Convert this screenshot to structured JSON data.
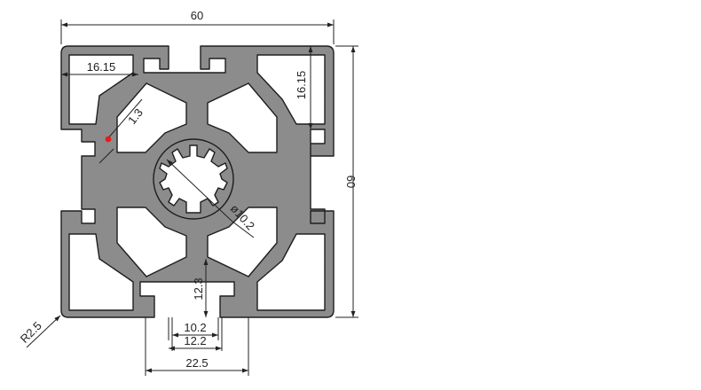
{
  "dimensions": {
    "overall_width": "60",
    "overall_height": "60",
    "slot_offset_horizontal": "16.15",
    "slot_offset_vertical": "16.15",
    "wall_thickness": "1.3",
    "center_bore": "ø10.2",
    "slot_depth": "12.3",
    "slot_opening": "10.2",
    "slot_neck": "12.2",
    "slot_inner_width": "22.5",
    "corner_radius": "R2.5"
  },
  "colors": {
    "profile_fill": "#8c8c8c",
    "outline": "#1e1e1e",
    "marker": "#e41d1d"
  }
}
